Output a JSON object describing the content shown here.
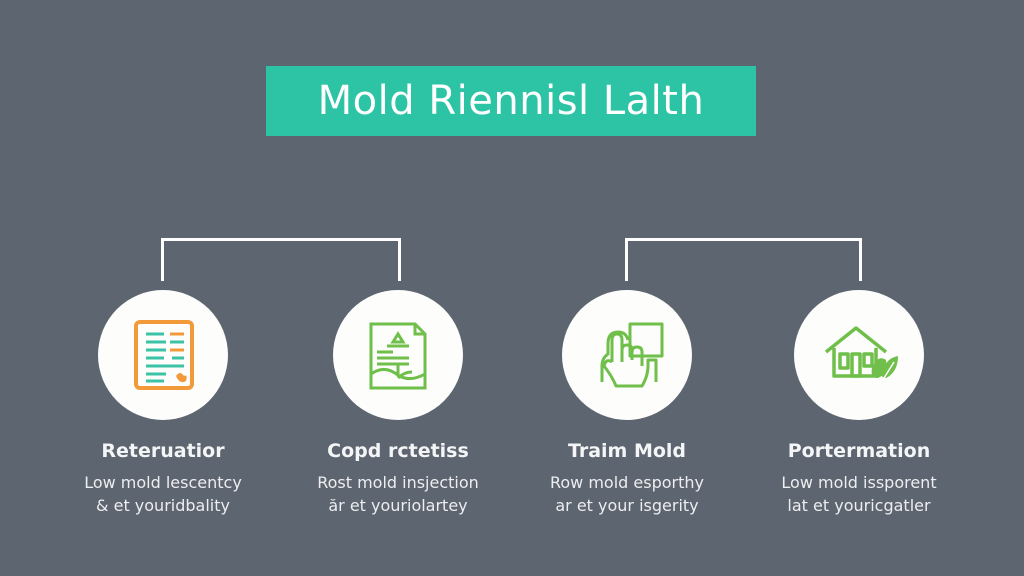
{
  "title": "Mold Riennisl Lalth",
  "colors": {
    "background": "#5d6570",
    "title_bg": "#2cc4a4",
    "icon_green": "#6fbf4a",
    "icon_orange": "#f29a3a",
    "icon_teal": "#3cc3a6"
  },
  "nodes": [
    {
      "icon": "document-list-icon",
      "title": "Reteruatior",
      "desc_line1": "Low mold lescentcy",
      "desc_line2": "& et youridbality"
    },
    {
      "icon": "document-landscape-icon",
      "title": "Copd rctetiss",
      "desc_line1": "Rost mold insjection",
      "desc_line2": "ăr et youriolartey"
    },
    {
      "icon": "touch-screen-icon",
      "title": "Traim Mold",
      "desc_line1": "Row mold esporthy",
      "desc_line2": "ar et your isgerity"
    },
    {
      "icon": "eco-house-icon",
      "title": "Portermation",
      "desc_line1": "Low mold issporent",
      "desc_line2": "lat et youricgatler"
    }
  ]
}
